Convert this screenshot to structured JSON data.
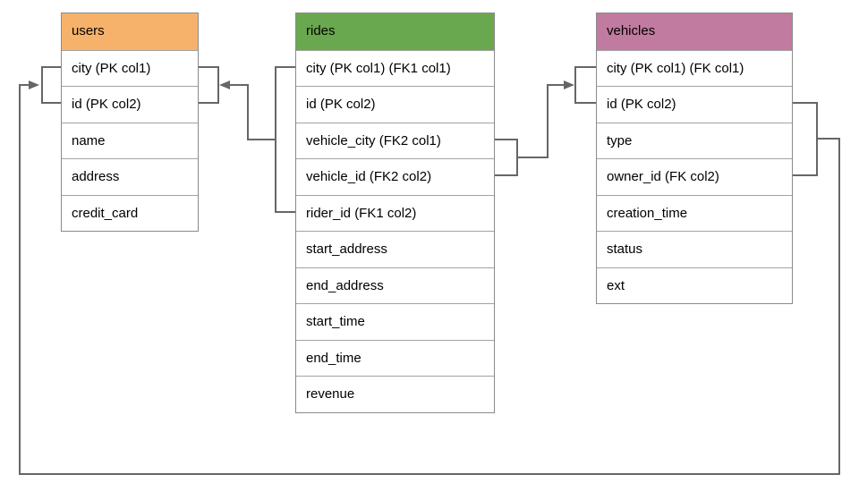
{
  "diagram": {
    "background_color": "#ffffff",
    "connector_color": "#666666",
    "table_border_color": "#8a8a8a",
    "row_divider_color": "#a3a3a3",
    "tables": [
      {
        "name": "users",
        "header_color": "#F6B26B",
        "rows": [
          "city (PK col1)",
          "id (PK col2)",
          "name",
          "address",
          "credit_card"
        ]
      },
      {
        "name": "rides",
        "header_color": "#6AA84F",
        "rows": [
          "city (PK col1) (FK1 col1)",
          "id (PK col2)",
          "vehicle_city (FK2 col1)",
          "vehicle_id (FK2 col2)",
          "rider_id (FK1 col2)",
          "start_address",
          "end_address",
          "start_time",
          "end_time",
          "revenue"
        ]
      },
      {
        "name": "vehicles",
        "header_color": "#C27BA0",
        "rows": [
          "city (PK col1) (FK col1)",
          "id (PK col2)",
          "type",
          "owner_id (FK col2)",
          "creation_time",
          "status",
          "ext"
        ]
      }
    ],
    "relationships": [
      {
        "from_table": "rides",
        "from_rows": "city (FK1 col1) + rider_id (FK1 col2)",
        "to_table": "users",
        "to_rows": "city (PK col1) + id (PK col2)",
        "arrow_points_at": "users"
      },
      {
        "from_table": "rides",
        "from_rows": "vehicle_city (FK2 col1) + vehicle_id (FK2 col2)",
        "to_table": "vehicles",
        "to_rows": "city (PK col1) + id (PK col2)",
        "arrow_points_at": "vehicles"
      },
      {
        "from_table": "vehicles",
        "from_rows": "id (PK col2) + owner_id (FK col2)",
        "to_table": "users",
        "to_rows": "city (PK col1) + id (PK col2)",
        "arrow_points_at": "users"
      }
    ]
  }
}
